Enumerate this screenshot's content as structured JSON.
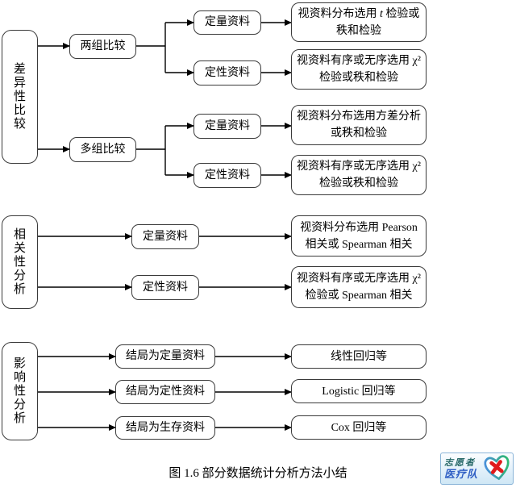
{
  "diagram": {
    "caption": "图 1.6 部分数据统计分析方法小结",
    "level1": {
      "diff": "差异性比较",
      "corr": "相关性分析",
      "impact": "影响性分析"
    },
    "nodes": {
      "two_group": "两组比较",
      "multi_group": "多组比较",
      "quant_a": "定量资料",
      "qual_a": "定性资料",
      "quant_b": "定量资料",
      "qual_b": "定性资料",
      "quant_corr": "定量资料",
      "qual_corr": "定性资料",
      "outcome_quant": "结局为定量资料",
      "outcome_qual": "结局为定性资料",
      "outcome_surv": "结局为生存资料"
    },
    "results": {
      "r1_l1a": "视资料分布选用 ",
      "r1_var": "t",
      "r1_l1b": " 检验或",
      "r1_l2": "秩和检验",
      "r2_l1": "视资料有序或无序选用 χ²",
      "r2_l2": "检验或秩和检验",
      "r3_l1": "视资料分布选用方差分析",
      "r3_l2": "或秩和检验",
      "r4_l1": "视资料有序或无序选用 χ²",
      "r4_l2": "检验或秩和检验",
      "r5_l1": "视资料分布选用 Pearson",
      "r5_l2": "相关或 Spearman 相关",
      "r6_l1": "视资料有序或无序选用 χ²",
      "r6_l2": "检验或 Spearman 相关",
      "r7": "线性回归等",
      "r8": "Logistic 回归等",
      "r9": "Cox 回归等"
    }
  },
  "logo": {
    "line1": "志愿者",
    "line2": "医疗队",
    "colors": {
      "border": "#8ab4d8",
      "text_top": "#2b6b6b",
      "text_bottom": "#2f5fc4",
      "cross": "#e01b1b",
      "heart_left": "#4a90d9",
      "heart_right": "#2eb872"
    }
  }
}
